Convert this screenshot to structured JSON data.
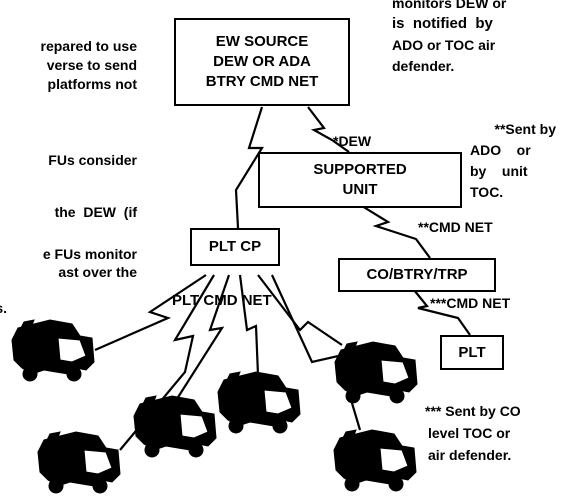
{
  "boxes": {
    "ew_source": [
      "EW SOURCE",
      "DEW OR ADA",
      "BTRY CMD NET"
    ],
    "supported_unit": [
      "SUPPORTED",
      "UNIT"
    ],
    "plt_cp": "PLT CP",
    "co_btry_trp": "CO/BTRY/TRP",
    "plt": "PLT"
  },
  "links": {
    "dew": "*DEW",
    "cmd_net_2": "**CMD NET",
    "cmd_net_3": "***CMD NET",
    "plt_cmd_net": "PLT CMD NET"
  },
  "notes": {
    "left": [
      "repared to use",
      "verse to send",
      "platforms not",
      "FUs consider",
      "the  DEW  (if",
      "e FUs monitor",
      "ast over the",
      "s."
    ],
    "top_right": [
      "monitors DEW or",
      "is  notified  by",
      "ADO or TOC air",
      "defender."
    ],
    "sent_by_ado": [
      "**Sent by",
      "ADO    or",
      "by    unit",
      "TOC."
    ],
    "sent_by_co": [
      "*** Sent by CO",
      "level TOC or",
      "air defender."
    ]
  }
}
